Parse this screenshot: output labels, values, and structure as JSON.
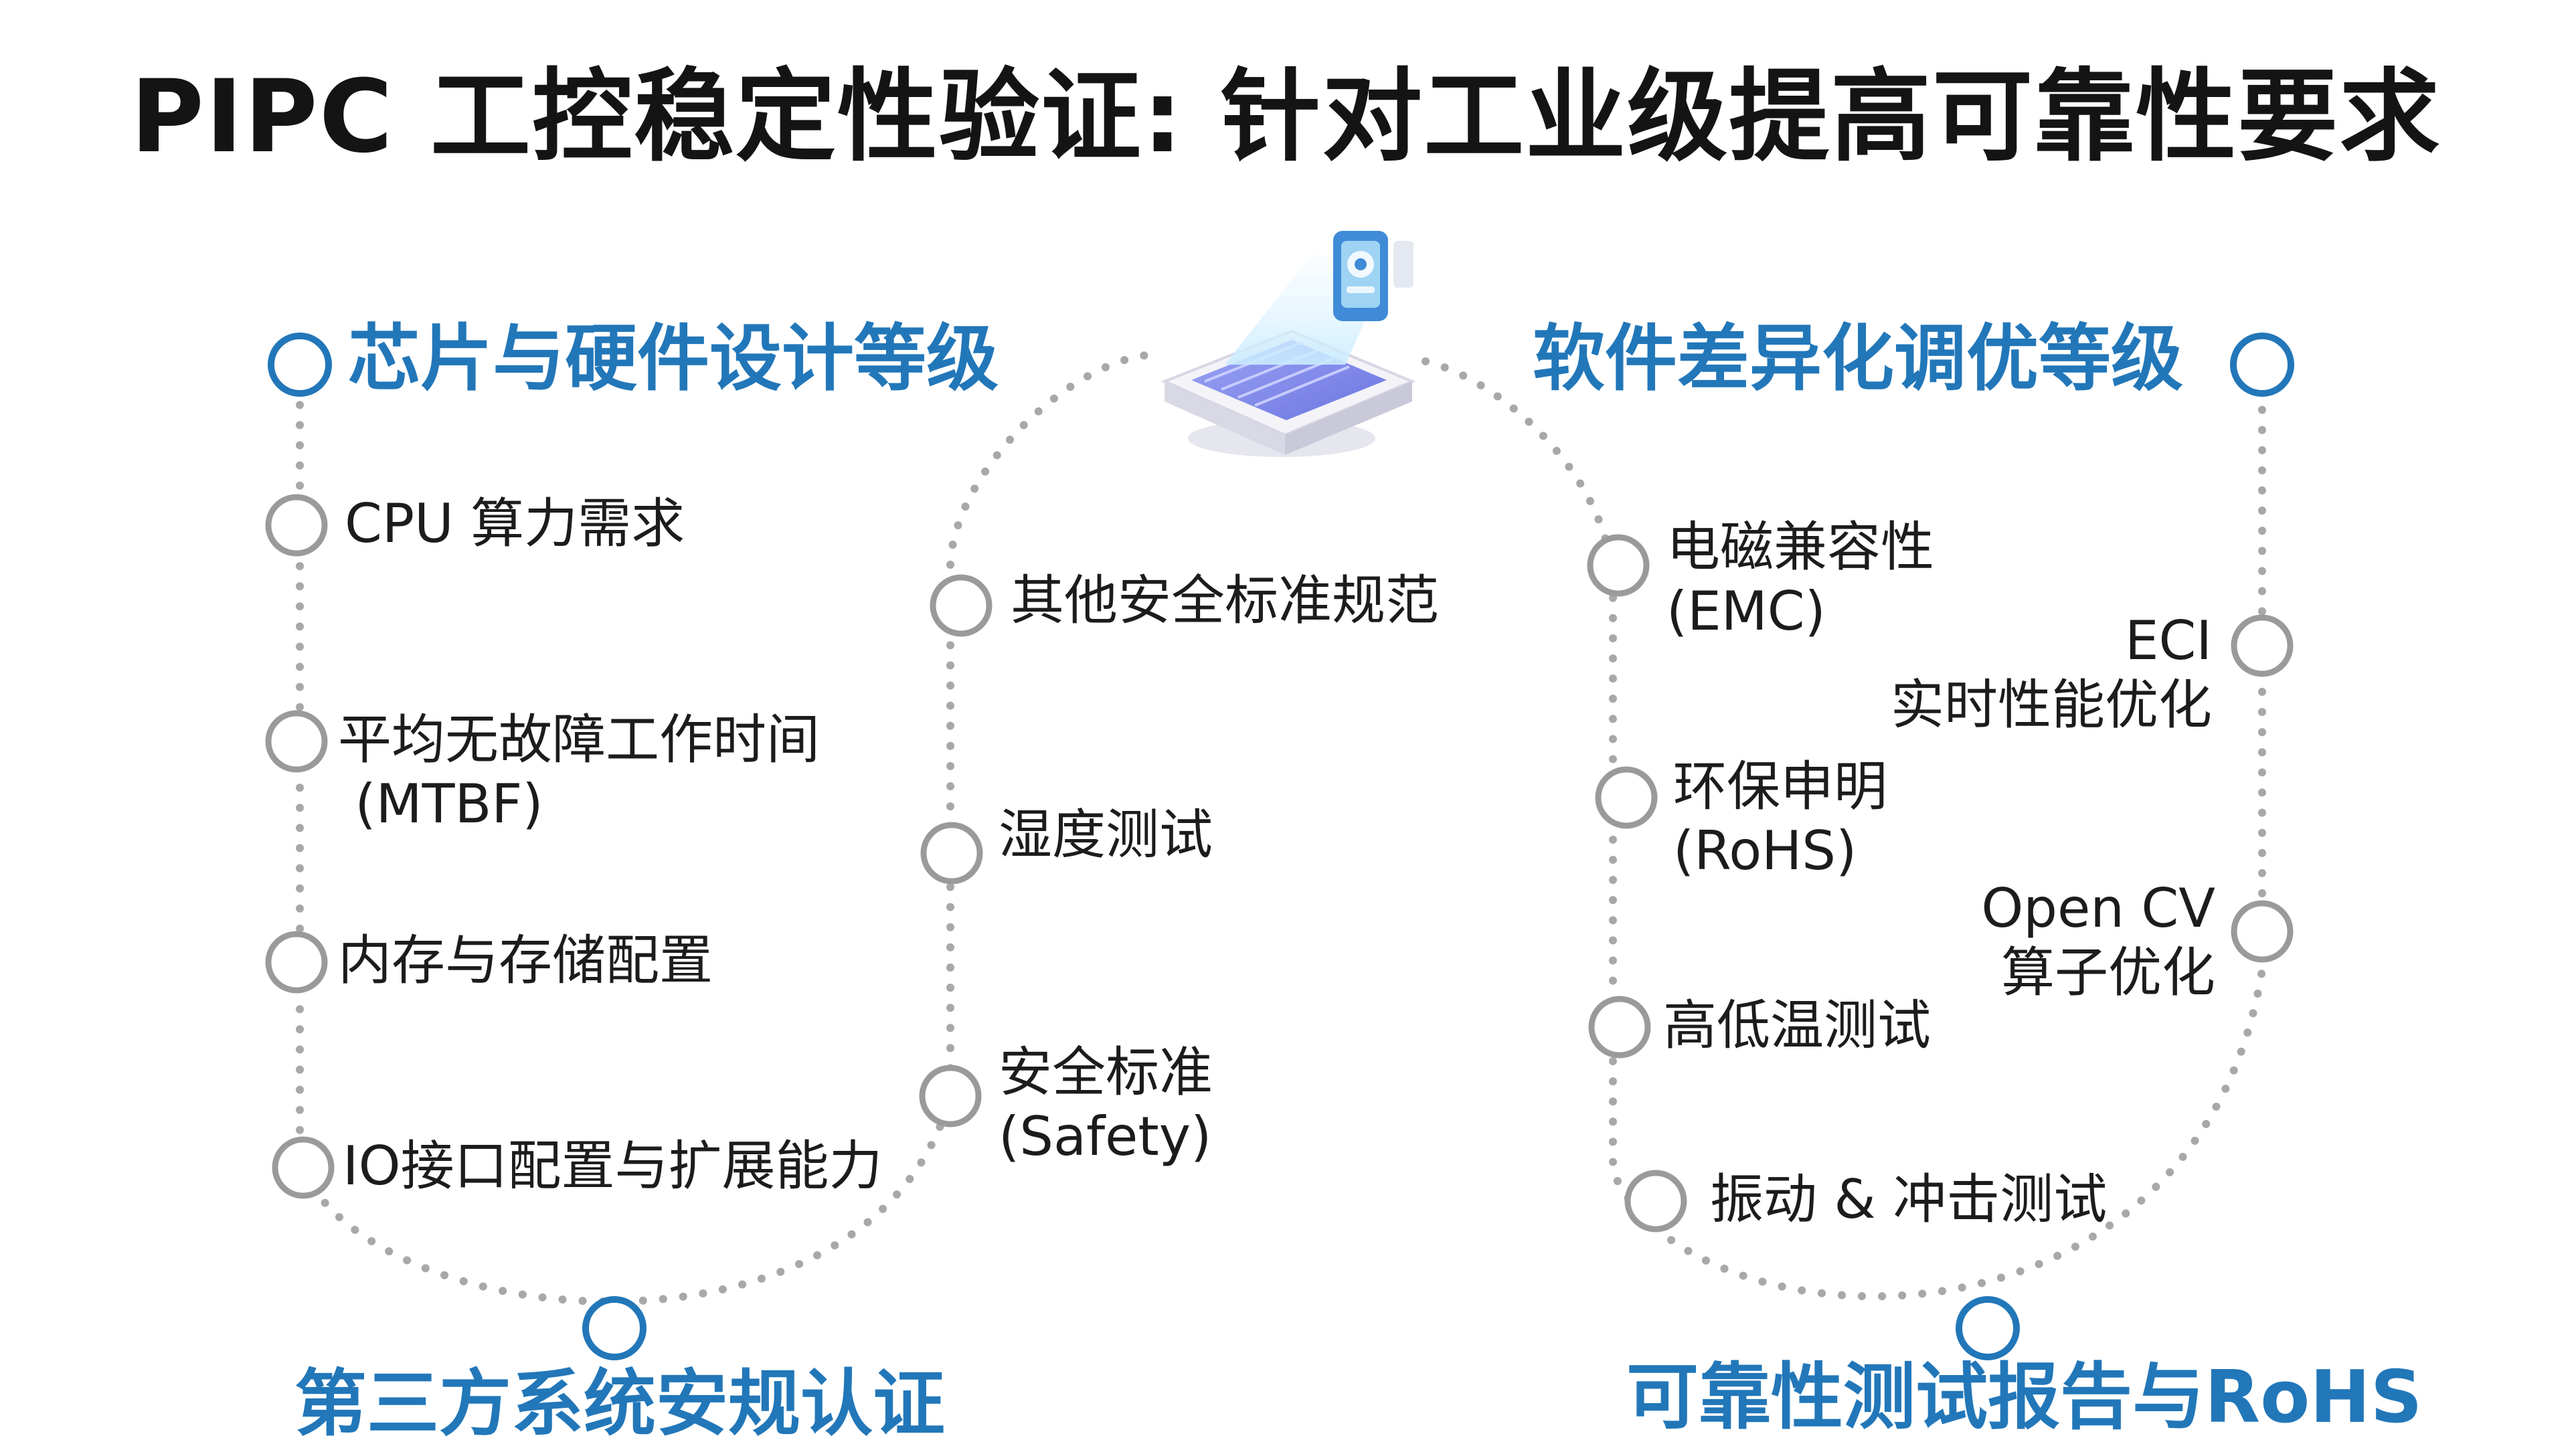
{
  "title": "PIPC 工控稳定性验证: 针对工业级提高可靠性要求",
  "colors": {
    "accent": "#2277b9",
    "node_gray": "#9a9a9a",
    "path_dots": "#a8a8a8",
    "text": "#1c1c1c"
  },
  "icon": "chip-scanner-icon",
  "sections": {
    "top_left": "芯片与硬件设计等级",
    "top_right": "软件差异化调优等级",
    "bottom_left": "第三方系统安规认证",
    "bottom_right": "可靠性测试报告与RoHS"
  },
  "left_column": [
    {
      "lines": [
        "CPU 算力需求"
      ]
    },
    {
      "lines": [
        "平均无故障工作时间",
        " (MTBF)"
      ]
    },
    {
      "lines": [
        "内存与存储配置"
      ]
    },
    {
      "lines": [
        "IO接口配置与扩展能力"
      ]
    }
  ],
  "center_left_column": [
    {
      "lines": [
        "其他安全标准规范"
      ]
    },
    {
      "lines": [
        "湿度测试"
      ]
    },
    {
      "lines": [
        "安全标准",
        "(Safety)"
      ]
    }
  ],
  "center_right_column": [
    {
      "lines": [
        "电磁兼容性",
        "(EMC)"
      ]
    },
    {
      "lines": [
        "环保申明",
        "(RoHS)"
      ]
    },
    {
      "lines": [
        "高低温测试"
      ]
    },
    {
      "lines": [
        "振动 & 冲击测试"
      ]
    }
  ],
  "right_column": [
    {
      "lines": [
        "ECI",
        "实时性能优化"
      ]
    },
    {
      "lines": [
        "Open CV",
        "算子优化"
      ]
    }
  ]
}
